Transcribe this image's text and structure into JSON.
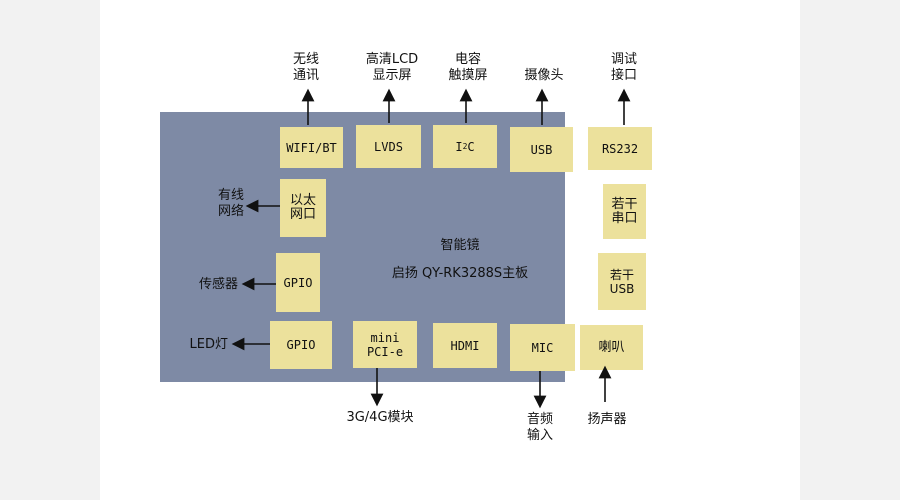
{
  "board": {
    "title": "智能镜",
    "subtitle": "启扬 QY-RK3288S主板"
  },
  "modules": {
    "wifi": "WIFI/BT",
    "lvds": "LVDS",
    "i2c_pre": "I",
    "i2c_sup": "2",
    "i2c_post": "C",
    "usb_top": "USB",
    "rs232": "RS232",
    "ethernet": "以太\n网口",
    "serial": "若干\n串口",
    "gpio_sensor": "GPIO",
    "usb_right": "若干\nUSB",
    "gpio_led": "GPIO",
    "mini_pcie": "mini\nPCI-e",
    "hdmi": "HDMI",
    "mic": "MIC",
    "speaker": "喇叭"
  },
  "external": {
    "wireless": "无线\n通讯",
    "hd_lcd": "高清LCD\n显示屏",
    "touch": "电容\n触摸屏",
    "camera": "摄像头",
    "debug": "调试\n接口",
    "wired_network": "有线\n网络",
    "sensor": "传感器",
    "led": "LED灯",
    "module_4g": "3G/4G模块",
    "audio_in": "音频\n输入",
    "loudspeaker": "扬声器"
  }
}
